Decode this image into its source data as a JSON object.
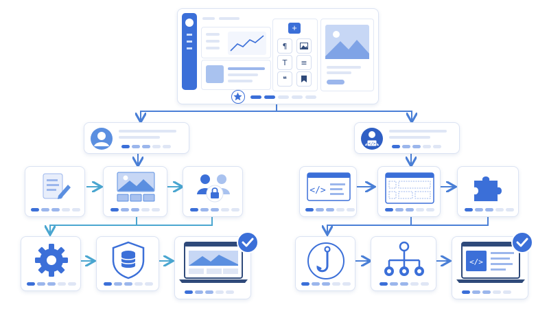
{
  "toolbar": {
    "add": "+",
    "paragraph": "¶",
    "text": "T",
    "align": "≡",
    "quote": "❝"
  },
  "colors": {
    "primary": "#3b6fd8",
    "light": "#9bb6ec",
    "pale": "#dfe6f5",
    "wire": "#4a7fd6",
    "wire_teal": "#4aa6d0",
    "icon_blue": "#5b8fe0"
  },
  "icons": {
    "top": "cms-editor-dashboard",
    "left_branch": "content-author-user",
    "right_branch": "developer-user",
    "left_steps": [
      "document-edit-icon",
      "image-gallery-icon",
      "user-permissions-icon",
      "settings-gear-icon",
      "database-security-icon",
      "published-site-laptop-icon"
    ],
    "right_steps": [
      "code-window-icon",
      "layout-grid-icon",
      "plugin-puzzle-icon",
      "webhook-icon",
      "hierarchy-icon",
      "code-deploy-laptop-icon"
    ]
  }
}
